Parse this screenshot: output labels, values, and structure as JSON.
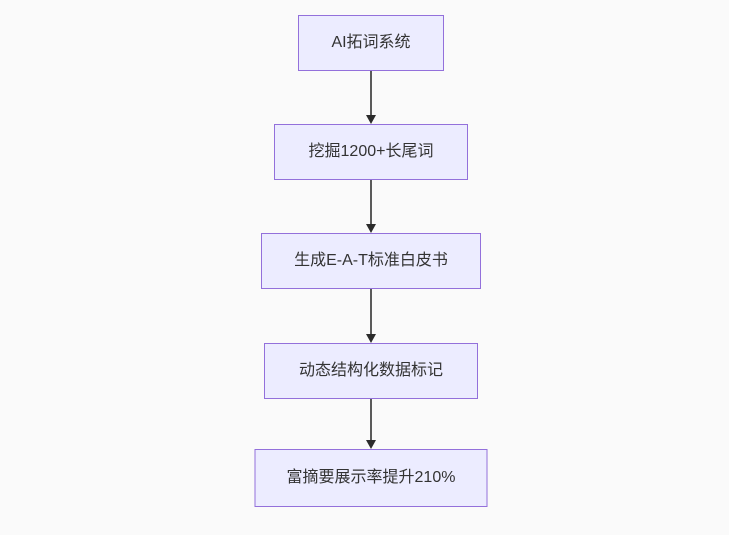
{
  "diagram": {
    "type": "flowchart",
    "direction": "top-down",
    "colors": {
      "background": "#fafafa",
      "node_fill": "#ECECFF",
      "node_border": "#9370DB",
      "text": "#333333",
      "arrow_line": "#5a5a5a",
      "arrow_head": "#2b2b2b"
    },
    "nodes": [
      {
        "label": "AI拓词系统"
      },
      {
        "label": "挖掘1200+长尾词"
      },
      {
        "label": "生成E-A-T标准白皮书"
      },
      {
        "label": "动态结构化数据标记"
      },
      {
        "label": "富摘要展示率提升210%"
      }
    ],
    "edges": [
      {
        "from": 0,
        "to": 1
      },
      {
        "from": 1,
        "to": 2
      },
      {
        "from": 2,
        "to": 3
      },
      {
        "from": 3,
        "to": 4
      }
    ]
  }
}
